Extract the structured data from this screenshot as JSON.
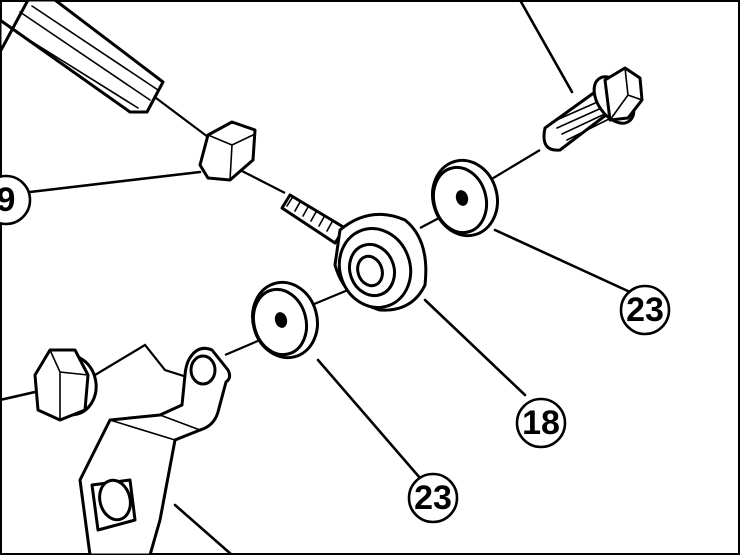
{
  "callouts": {
    "c9": "9",
    "c23_upper": "23",
    "c18": "18",
    "c23_lower": "23"
  }
}
